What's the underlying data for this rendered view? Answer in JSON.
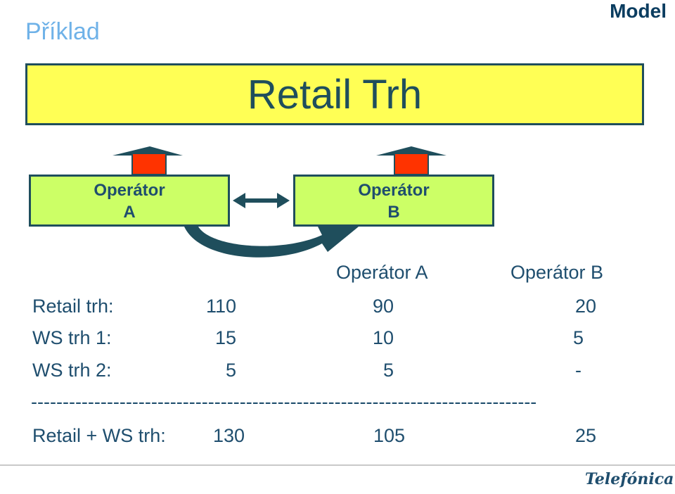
{
  "header": {
    "title": "Příklad",
    "model": "Model"
  },
  "diagram": {
    "retail_box": "Retail Trh",
    "operator_a": {
      "line1": "Operátor",
      "line2": "A"
    },
    "operator_b": {
      "line1": "Operátor",
      "line2": "B"
    }
  },
  "table": {
    "columns": [
      "Operátor A",
      "Operátor B"
    ],
    "rows": [
      {
        "label": "Retail trh:",
        "total": "110",
        "a": "90",
        "b": "20"
      },
      {
        "label": "WS trh 1:",
        "total": "15",
        "a": "10",
        "b": "5"
      },
      {
        "label": "WS trh 2:",
        "total": "5",
        "a": "5",
        "b": "-"
      }
    ],
    "divider": "--------------------------------------------------------------------------------",
    "total_row": {
      "label": "Retail + WS trh:",
      "total": "130",
      "a": "105",
      "b": "25"
    }
  },
  "footer": {
    "logo": "Telefónica"
  },
  "colors": {
    "title": "#6FB2E8",
    "retail_fill": "#FFFF55",
    "operator_fill": "#CCFF66",
    "arrow_fill": "#FF3300",
    "dark": "#1F4E5C"
  }
}
